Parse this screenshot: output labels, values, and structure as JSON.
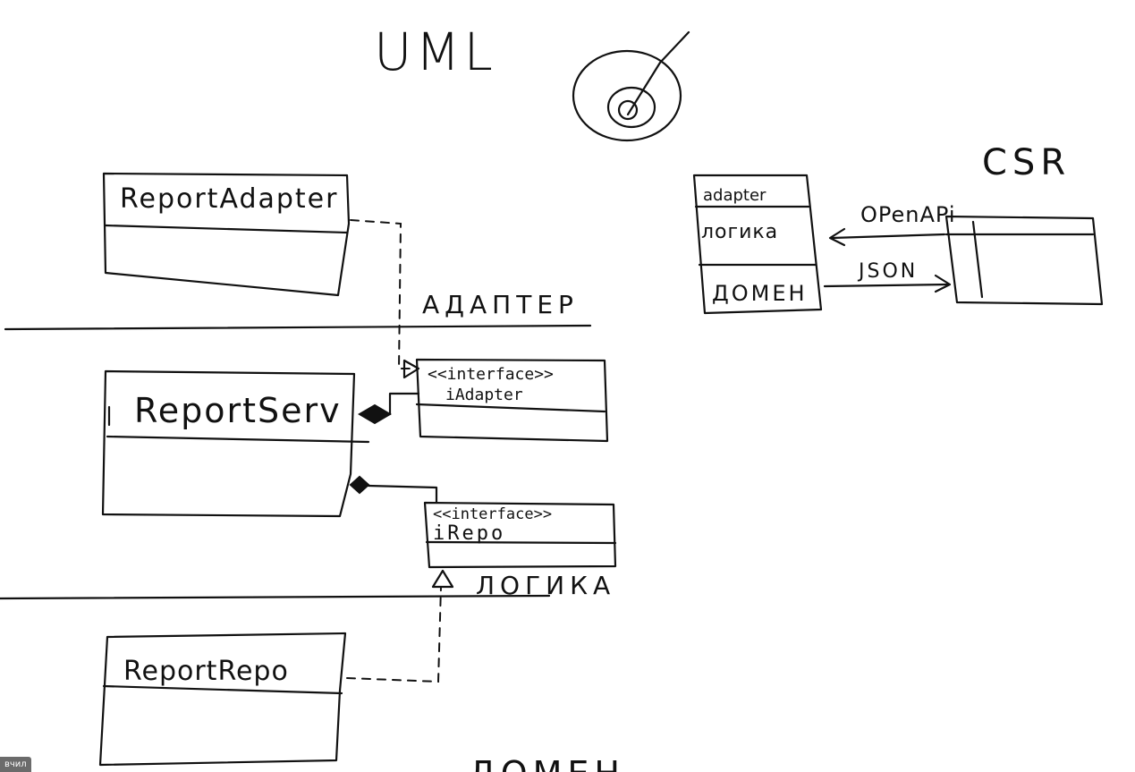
{
  "labels": {
    "title": "UML",
    "report_adapter": "ReportAdapter",
    "report_serv": "ReportServ",
    "report_repo": "ReportRepo",
    "adapter_layer": "АДАПТЕР",
    "logic_layer": "ЛОГИКА",
    "domain_layer": "ДОМЕН",
    "interface_stereotype_1": "<<interface>>",
    "i_adapter": "iAdapter",
    "interface_stereotype_2": "<<interface>>",
    "i_repo": "iRepo",
    "csr": "CSR",
    "stack_adapter": "adapter",
    "stack_logic": "логика",
    "stack_domain": "ДОМЕН",
    "openapi": "OPenAPi",
    "json": "JSON"
  },
  "corner_tag": "вчил",
  "colors": {
    "ink": "#111111",
    "background": "#ffffff",
    "tag_background": "#6b6b6b"
  }
}
